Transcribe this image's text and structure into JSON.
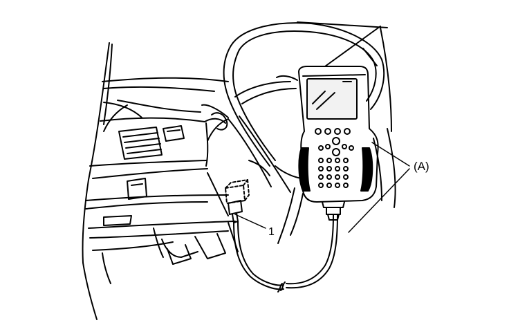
{
  "diagram": {
    "callouts": {
      "tester": "(A)",
      "connector": "1"
    }
  },
  "colors": {
    "ink": "#000000",
    "paper": "#ffffff",
    "screen_fill": "#f2f2f2"
  },
  "icons": {
    "dashboard": "vehicle-dashboard-illustration",
    "steering_wheel": "steering-wheel",
    "tester": "handheld-scan-tool",
    "connector": "dlc-connector",
    "cable": "tester-cable"
  }
}
